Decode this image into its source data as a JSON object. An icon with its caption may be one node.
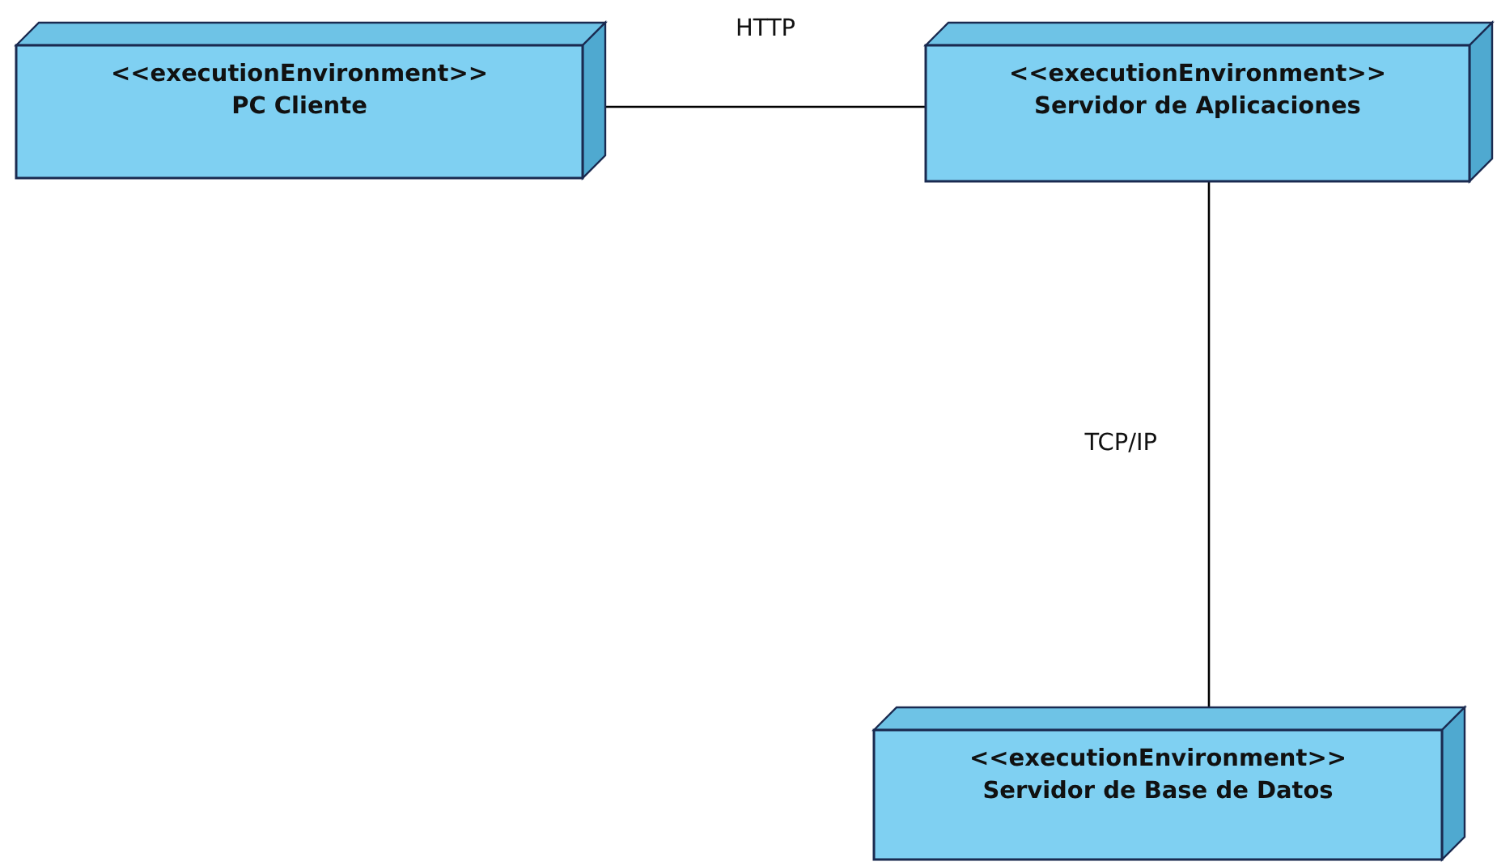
{
  "diagram": {
    "nodes": [
      {
        "text": [
          "<<executionEnvironment>>",
          "PC Cliente"
        ]
      },
      {
        "text": [
          "<<executionEnvironment>>",
          "Servidor de Aplicaciones"
        ]
      },
      {
        "text": [
          "<<executionEnvironment>>",
          "Servidor de Base de Datos"
        ]
      }
    ],
    "edges": [
      {
        "from": 0,
        "to": 1,
        "arrow": "none",
        "label": "HTTP"
      },
      {
        "from": 1,
        "to": 2,
        "arrow": "none",
        "label": "TCP/IP"
      }
    ]
  }
}
